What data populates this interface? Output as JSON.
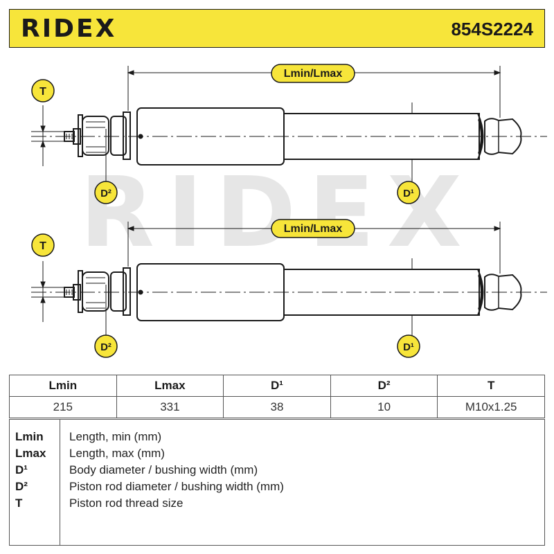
{
  "header": {
    "logo": "RIDEX",
    "part_number": "854S2224",
    "accent_color": "#f7e53a"
  },
  "drawing": {
    "watermark": "RIDEX",
    "length_label": "Lmin/Lmax",
    "thread_label": "T",
    "body_diameter_label": "D¹",
    "rod_diameter_label": "D²"
  },
  "table": {
    "headers": [
      "Lmin",
      "Lmax",
      "D¹",
      "D²",
      "T"
    ],
    "values": [
      "215",
      "331",
      "38",
      "10",
      "M10x1.25"
    ]
  },
  "legend": [
    {
      "key": "Lmin",
      "desc": "Length, min (mm)"
    },
    {
      "key": "Lmax",
      "desc": "Length, max (mm)"
    },
    {
      "key": "D¹",
      "desc": "Body diameter / bushing width (mm)"
    },
    {
      "key": "D²",
      "desc": "Piston rod diameter / bushing width (mm)"
    },
    {
      "key": "T",
      "desc": "Piston rod thread size"
    }
  ]
}
